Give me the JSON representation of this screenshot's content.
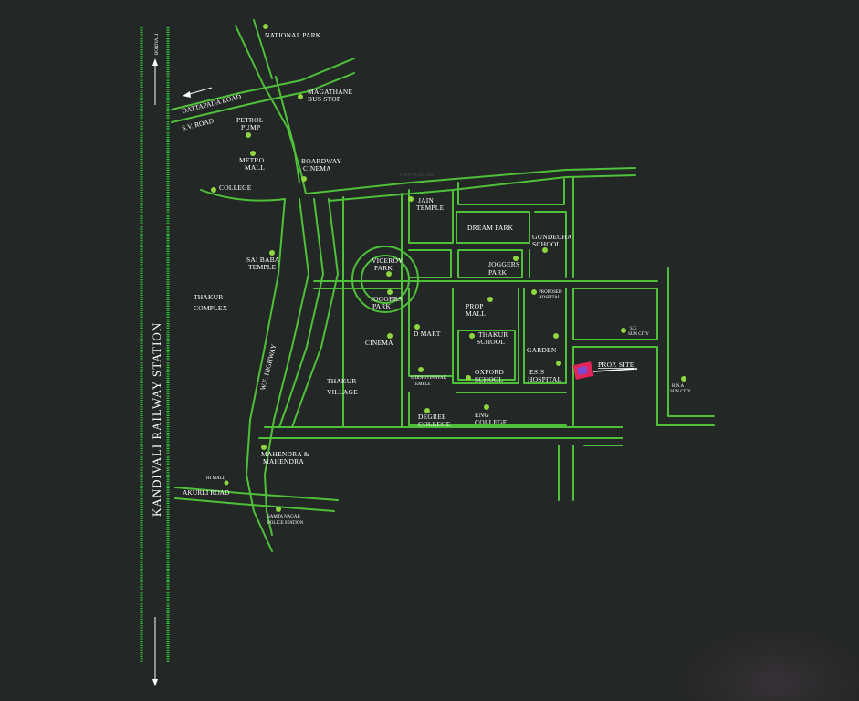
{
  "map": {
    "railway_label": "KANDIVALI    RAILWAY    STATION",
    "borivali_label": "BORIVALI",
    "watermark": "PROPTIGER.com",
    "roads": {
      "dattapada": "DATTAPADA ROAD",
      "sv_road": "S.V. ROAD",
      "we_highway": "W.E. HIGHWAY",
      "akurli": "AKURLI ROAD"
    },
    "landmarks": {
      "national_park": "NATIONAL PARK",
      "magathane_1": "MAGATHANE",
      "magathane_2": "BUS STOP",
      "petrol_1": "PETROL",
      "petrol_2": "PUMP",
      "metro_1": "METRO",
      "metro_2": "MALL",
      "boardway_1": "BOARDWAY",
      "boardway_2": "CINEMA",
      "college": "COLLEGE",
      "sai_baba_1": "SAI BABA",
      "sai_baba_2": "TEMPLE",
      "thakur_complex_1": "THAKUR",
      "thakur_complex_2": "COMPLEX",
      "jain_1": "JAIN",
      "jain_2": "TEMPLE",
      "dream_park": "DREAM PARK",
      "gundecha_1": "GUNDECHA",
      "gundecha_2": "SCHOOL",
      "viceroy_1": "VICEROY",
      "viceroy_2": "PARK",
      "joggers1_1": "JOGGERS",
      "joggers1_2": "PARK",
      "joggers2_1": "JOGGERS",
      "joggers2_2": "PARK",
      "prop_mall_1": "PROP",
      "prop_mall_2": "MALL",
      "proposed_hospital_1": "PROPOSED",
      "proposed_hospital_2": "HOSPITAL",
      "cinema": "CINEMA",
      "dmart": "D MART",
      "thakur_school_1": "THAKUR",
      "thakur_school_2": "SCHOOL",
      "garden": "GARDEN",
      "sg_sun_city_1": "S.G",
      "sg_sun_city_2": "SUN CITY",
      "prop_site": "PROP. SITE",
      "thakur_village_1": "THAKUR",
      "thakur_village_2": "VILLAGE",
      "siddhivinayak": "SIDDHIVINAYAK",
      "siddhivinayak_2": "TEMPLE",
      "oxford_1": "OXFORD",
      "oxford_2": "SCHOOL",
      "esis_1": "ESIS",
      "esis_2": "HOSPITAL",
      "rna_1": "R.N.A",
      "rna_2": "SUN CITY",
      "degree_1": "DEGREE",
      "degree_2": "COLLEGE",
      "eng_1": "ENG",
      "eng_2": "COLLEGE",
      "mahendra_1": "MAHENDRA &",
      "mahendra_2": "MAHENDRA",
      "hi_mall": "HI MALL",
      "samta_1": "SAMTA NAGAR",
      "samta_2": "POLICE STATION"
    }
  }
}
